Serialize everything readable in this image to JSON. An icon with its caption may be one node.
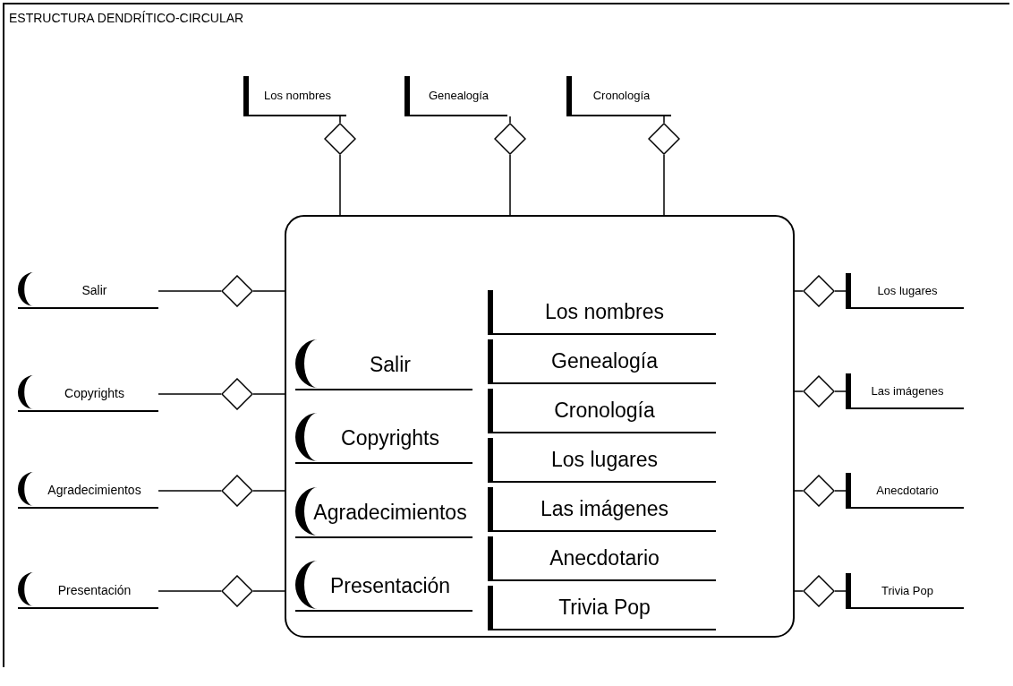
{
  "diagram": {
    "title": "ESTRUCTURA DENDRÍTICO-CIRCULAR",
    "nodes": [
      {
        "text": [
          "Los nombres"
        ]
      },
      {
        "text": [
          "Genealogía"
        ]
      },
      {
        "text": [
          "Cronología"
        ]
      },
      {
        "text": [],
        "shape": "diamond"
      },
      {
        "text": [],
        "shape": "diamond"
      },
      {
        "text": [],
        "shape": "diamond"
      },
      {
        "text": [],
        "shape": "box"
      },
      {
        "text": [
          "Salir"
        ],
        "in": 6
      },
      {
        "text": [
          "Copyrights"
        ],
        "in": 6
      },
      {
        "text": [
          "Agradecimientos"
        ],
        "in": 6
      },
      {
        "text": [
          "Presentación"
        ],
        "in": 6
      },
      {
        "text": [
          "Los nombres"
        ],
        "in": 6
      },
      {
        "text": [
          "Genealogía"
        ],
        "in": 6
      },
      {
        "text": [
          "Cronología"
        ],
        "in": 6
      },
      {
        "text": [
          "Los lugares"
        ],
        "in": 6
      },
      {
        "text": [
          "Las imágenes"
        ],
        "in": 6
      },
      {
        "text": [
          "Anecdotario"
        ],
        "in": 6
      },
      {
        "text": [
          "Trivia Pop"
        ],
        "in": 6
      },
      {
        "text": [
          "Salir"
        ]
      },
      {
        "text": [
          "Copyrights"
        ]
      },
      {
        "text": [
          "Agradecimientos"
        ]
      },
      {
        "text": [
          "Presentación"
        ]
      },
      {
        "text": [],
        "shape": "diamond"
      },
      {
        "text": [],
        "shape": "diamond"
      },
      {
        "text": [],
        "shape": "diamond"
      },
      {
        "text": [],
        "shape": "diamond"
      },
      {
        "text": [],
        "shape": "diamond"
      },
      {
        "text": [],
        "shape": "diamond"
      },
      {
        "text": [],
        "shape": "diamond"
      },
      {
        "text": [],
        "shape": "diamond"
      },
      {
        "text": [
          "Los lugares"
        ]
      },
      {
        "text": [
          "Las imágenes"
        ]
      },
      {
        "text": [
          "Anecdotario"
        ]
      },
      {
        "text": [
          "Trivia Pop"
        ]
      }
    ],
    "edges": [
      {
        "from": 0,
        "to": 3,
        "arrow": "none"
      },
      {
        "from": 3,
        "to": 6,
        "arrow": "none"
      },
      {
        "from": 1,
        "to": 4,
        "arrow": "none"
      },
      {
        "from": 4,
        "to": 6,
        "arrow": "none"
      },
      {
        "from": 2,
        "to": 5,
        "arrow": "none"
      },
      {
        "from": 5,
        "to": 6,
        "arrow": "none"
      },
      {
        "from": 18,
        "to": 22,
        "arrow": "none"
      },
      {
        "from": 22,
        "to": 6,
        "arrow": "none"
      },
      {
        "from": 19,
        "to": 23,
        "arrow": "none"
      },
      {
        "from": 23,
        "to": 6,
        "arrow": "none"
      },
      {
        "from": 20,
        "to": 24,
        "arrow": "none"
      },
      {
        "from": 24,
        "to": 6,
        "arrow": "none"
      },
      {
        "from": 21,
        "to": 25,
        "arrow": "none"
      },
      {
        "from": 25,
        "to": 6,
        "arrow": "none"
      },
      {
        "from": 6,
        "to": 26,
        "arrow": "none"
      },
      {
        "from": 26,
        "to": 30,
        "arrow": "none"
      },
      {
        "from": 6,
        "to": 27,
        "arrow": "none"
      },
      {
        "from": 27,
        "to": 31,
        "arrow": "none"
      },
      {
        "from": 6,
        "to": 28,
        "arrow": "none"
      },
      {
        "from": 28,
        "to": 32,
        "arrow": "none"
      },
      {
        "from": 6,
        "to": 29,
        "arrow": "none"
      },
      {
        "from": 29,
        "to": 33,
        "arrow": "none"
      }
    ]
  }
}
